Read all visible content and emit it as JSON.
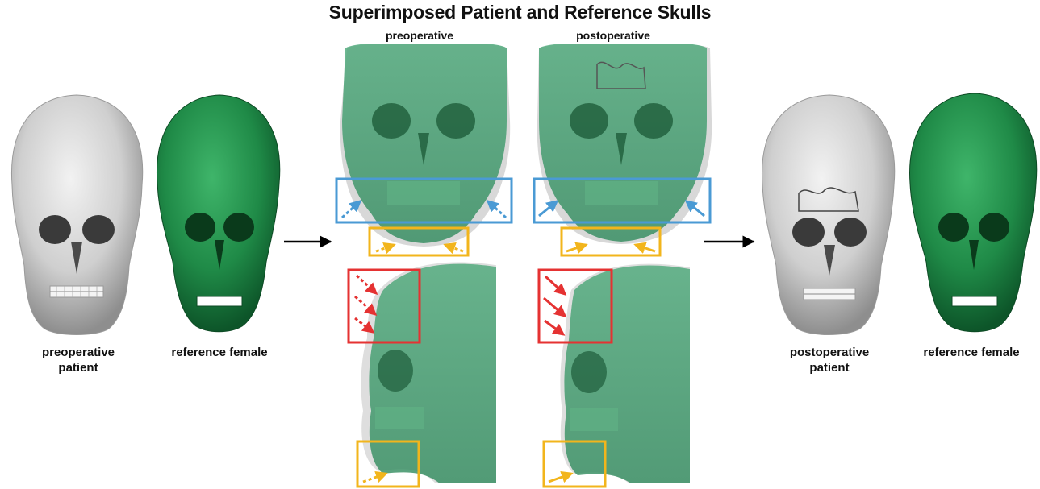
{
  "title": "Superimposed Patient and Reference Skulls",
  "columns": {
    "preoperative": "preoperative",
    "postoperative": "postoperative"
  },
  "captions": {
    "pre_patient_line1": "preoperative",
    "pre_patient_line2": "patient",
    "pre_reference": "reference female",
    "post_patient_line1": "postoperative",
    "post_patient_line2": "patient",
    "post_reference": "reference female"
  },
  "colors": {
    "patient_skull": "#cfcfcf",
    "reference_skull": "#1f8a47",
    "overlay": "#3c9a68",
    "mandible_box": "#4a9ad4",
    "chin_box": "#f2b51c",
    "forehead_box": "#e53232"
  }
}
